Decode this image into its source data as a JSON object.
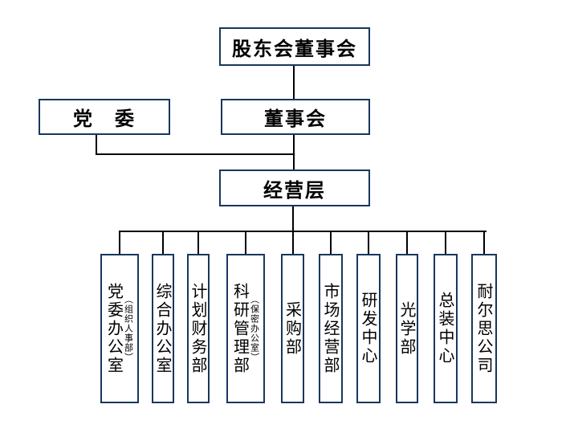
{
  "org": {
    "top_label": "股东会董事会",
    "party_committee_label": "党　委",
    "board_label": "董事会",
    "management_label": "经营层",
    "departments": [
      {
        "main": "党委办公室",
        "annotation": "（组织人事部）"
      },
      {
        "main": "综合办公室",
        "annotation": ""
      },
      {
        "main": "计划财务部",
        "annotation": ""
      },
      {
        "main": "科研管理部",
        "annotation": "（保密办公室）"
      },
      {
        "main": "采购部",
        "annotation": ""
      },
      {
        "main": "市场经营部",
        "annotation": ""
      },
      {
        "main": "研发中心",
        "annotation": ""
      },
      {
        "main": "光学部",
        "annotation": ""
      },
      {
        "main": "总装中心",
        "annotation": ""
      },
      {
        "main": "耐尔思公司",
        "annotation": ""
      }
    ],
    "colors": {
      "box_border": "#17375e",
      "connector": "#000000",
      "background": "#ffffff",
      "text": "#000000"
    }
  }
}
